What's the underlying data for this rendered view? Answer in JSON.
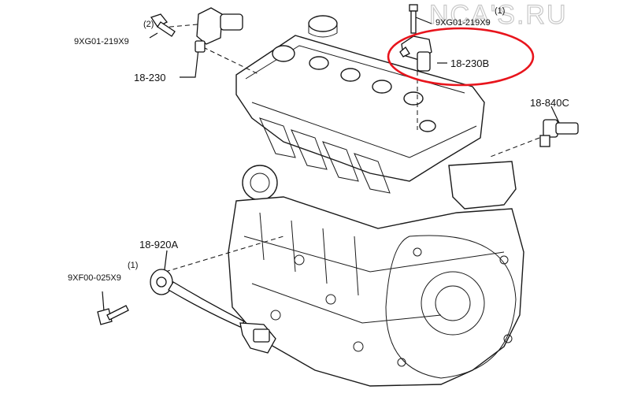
{
  "watermark": "NCA'S.RU",
  "labels": {
    "bolt_top_left_qty": "(2)",
    "bolt_top_left_part": "9XG01-219X9",
    "sensor_left_part": "18-230",
    "bolt_top_right_qty": "(1)",
    "bolt_top_right_part": "9XG01-219X9",
    "sensor_highlight_part": "18-230B",
    "sensor_right_part": "18-840C",
    "knock_sensor_part": "18-920A",
    "bolt_bottom_qty": "(1)",
    "bolt_bottom_part": "9XF00-025X9"
  },
  "colors": {
    "highlight": "#e8141c",
    "line": "#111111"
  }
}
